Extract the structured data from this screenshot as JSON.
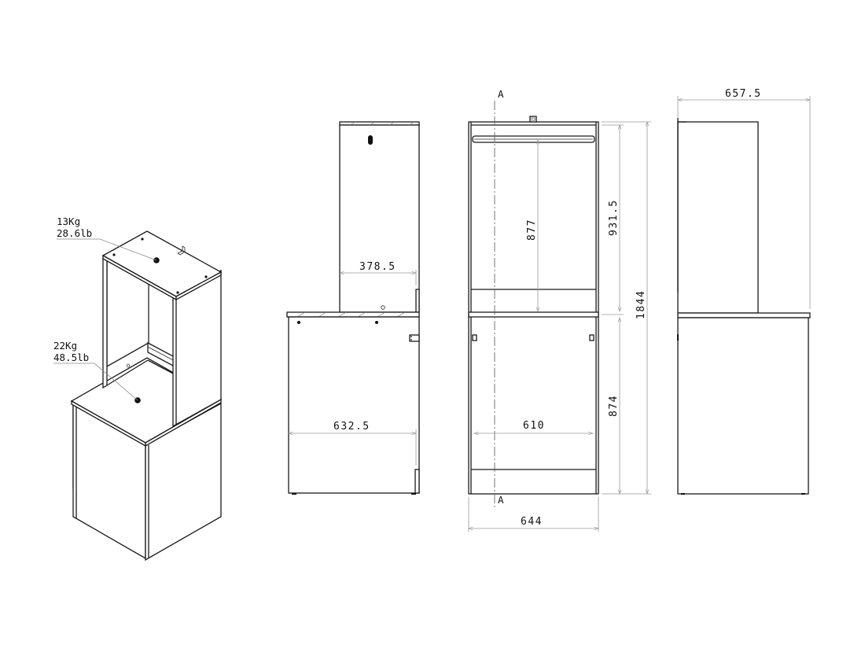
{
  "drawing": {
    "type": "technical furniture drawing",
    "views": [
      "isometric",
      "side-section",
      "front",
      "side"
    ]
  },
  "isometric": {
    "upper_weight_kg": "13Kg",
    "upper_weight_lb": "28.6lb",
    "lower_weight_kg": "22Kg",
    "lower_weight_lb": "48.5lb"
  },
  "side_section": {
    "upper_depth": "378.5",
    "lower_depth": "632.5"
  },
  "front": {
    "section_marker_top": "A",
    "section_marker_bottom": "A",
    "inner_height_upper": "877",
    "upper_height": "931.5",
    "total_height": "1844",
    "lower_height": "874",
    "inner_width": "610",
    "overall_width": "644"
  },
  "side": {
    "overall_depth": "657.5"
  },
  "colors": {
    "line": "#1a1a1a",
    "dimension": "#9a9a9a",
    "background": "#ffffff"
  }
}
